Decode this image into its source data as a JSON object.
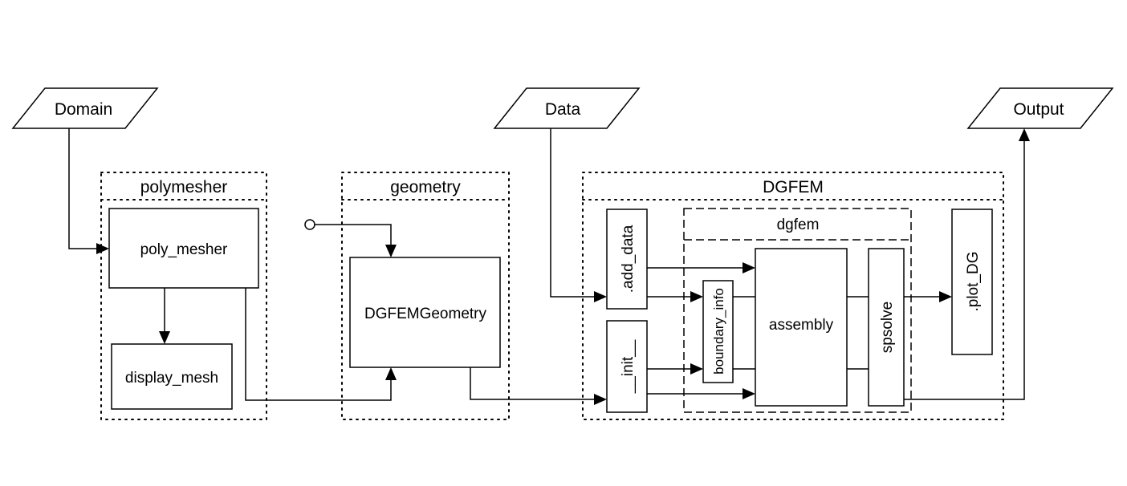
{
  "inputs": {
    "domain": "Domain",
    "data": "Data",
    "output": "Output"
  },
  "groups": {
    "polymesher": "polymesher",
    "geometry": "geometry",
    "dgfem_class": "DGFEM",
    "dgfem_module": "dgfem"
  },
  "blocks": {
    "poly_mesher": "poly_mesher",
    "display_mesh": "display_mesh",
    "dgfem_geometry": "DGFEMGeometry",
    "add_data": ".add_data",
    "init": "__init__",
    "boundary_info": "boundary_info",
    "assembly": "assembly",
    "spsolve": "spsolve",
    "plot_dg": ".plot_DG"
  }
}
